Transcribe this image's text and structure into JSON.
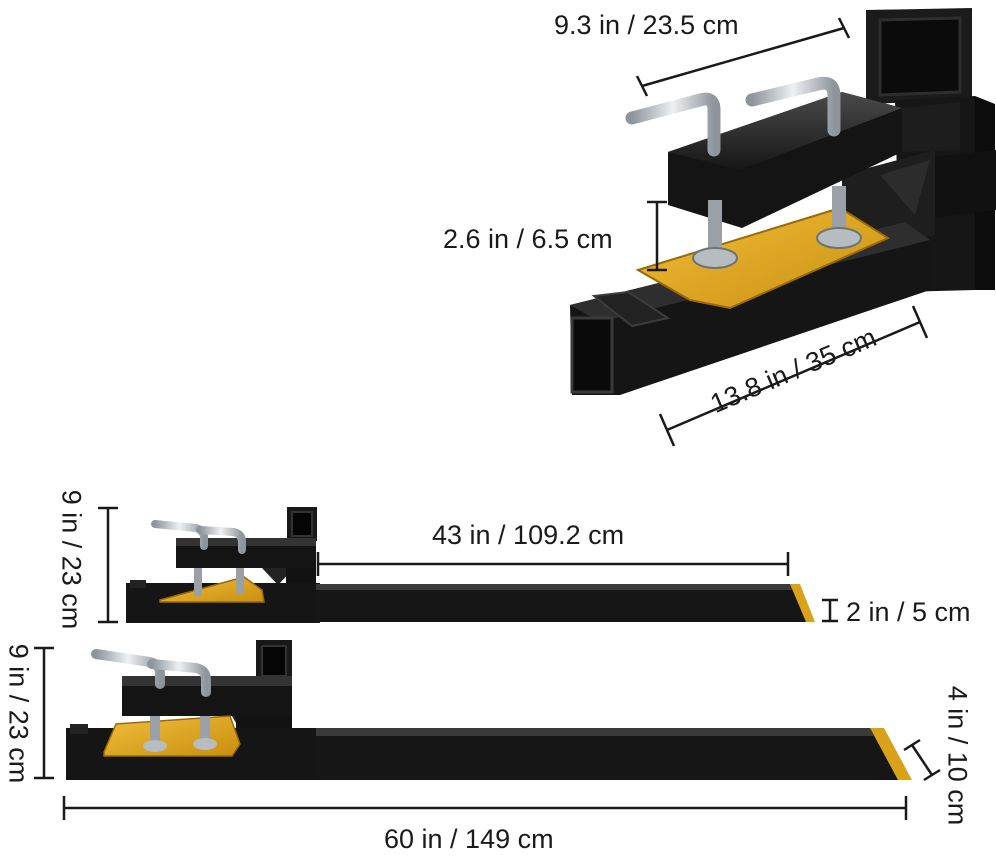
{
  "dimensions": {
    "clamp_width": "9.3 in / 23.5 cm",
    "clamp_gap": "2.6 in / 6.5 cm",
    "clamp_length": "13.8 in / 35 cm",
    "small_height": "9 in / 23 cm",
    "small_fork_length": "43 in / 109.2 cm",
    "small_fork_thickness": "2 in / 5 cm",
    "large_height": "9 in / 23 cm",
    "large_fork_thickness": "4 in / 10 cm",
    "total_length": "60 in / 149 cm"
  },
  "colors": {
    "steel": "#141414",
    "steel_highlight": "#3a3a3a",
    "plate": "#d9a21b",
    "chrome": "#c9ced3",
    "dimension_line": "#1a1a1a"
  }
}
